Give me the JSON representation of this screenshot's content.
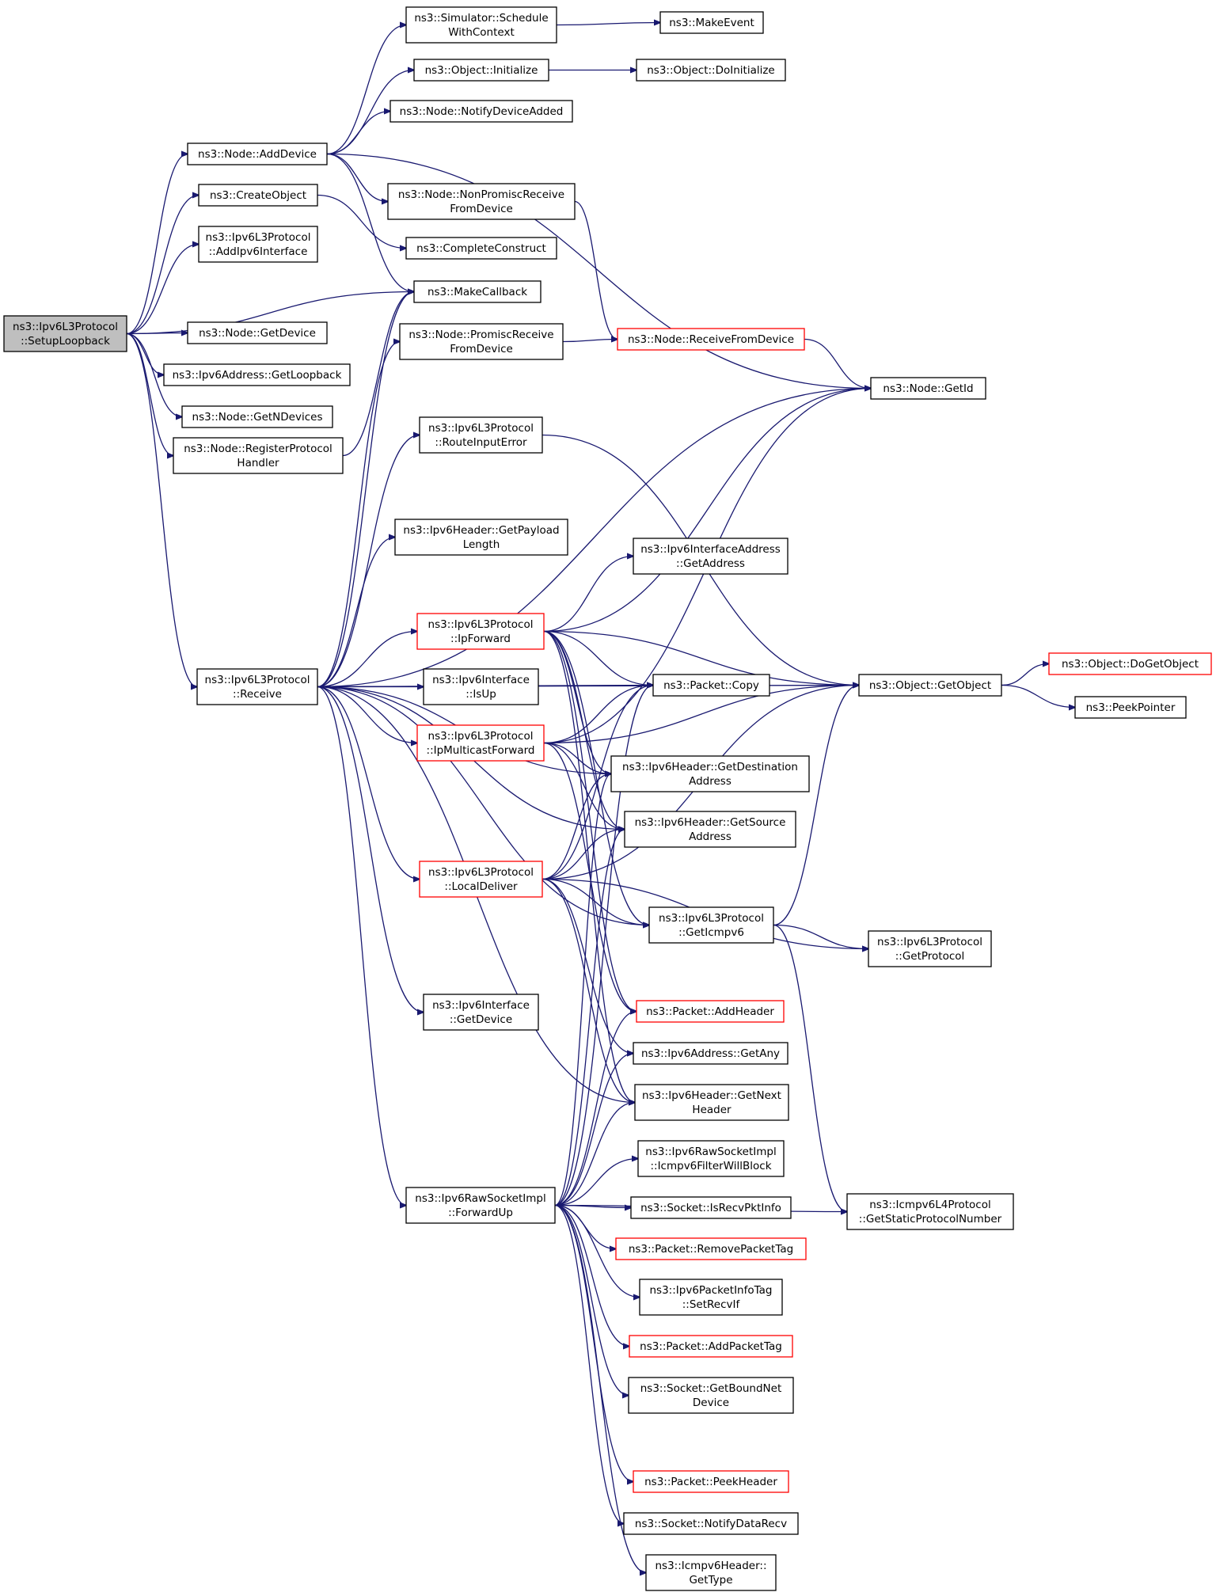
{
  "colors": {
    "edge": "#191970",
    "node_border": "#000000",
    "node_border_truncated": "#ff0000",
    "root_fill": "#bfbfbf",
    "node_fill": "#ffffff"
  },
  "nodes": [
    {
      "id": "setup",
      "lines": [
        "ns3::Ipv6L3Protocol",
        "::SetupLoopback"
      ],
      "style": "root"
    },
    {
      "id": "adddevice",
      "lines": [
        "ns3::Node::AddDevice"
      ],
      "style": "normal"
    },
    {
      "id": "createobject",
      "lines": [
        "ns3::CreateObject"
      ],
      "style": "normal"
    },
    {
      "id": "addipv6if",
      "lines": [
        "ns3::Ipv6L3Protocol",
        "::AddIpv6Interface"
      ],
      "style": "normal"
    },
    {
      "id": "getdevice",
      "lines": [
        "ns3::Node::GetDevice"
      ],
      "style": "normal"
    },
    {
      "id": "getloopback",
      "lines": [
        "ns3::Ipv6Address::GetLoopback"
      ],
      "style": "normal"
    },
    {
      "id": "getndevices",
      "lines": [
        "ns3::Node::GetNDevices"
      ],
      "style": "normal"
    },
    {
      "id": "registerph",
      "lines": [
        "ns3::Node::RegisterProtocol",
        "Handler"
      ],
      "style": "normal"
    },
    {
      "id": "receive",
      "lines": [
        "ns3::Ipv6L3Protocol",
        "::Receive"
      ],
      "style": "normal"
    },
    {
      "id": "forwardup",
      "lines": [
        "ns3::Ipv6RawSocketImpl",
        "::ForwardUp"
      ],
      "style": "normal"
    },
    {
      "id": "schedwc",
      "lines": [
        "ns3::Simulator::Schedule",
        "WithContext"
      ],
      "style": "normal"
    },
    {
      "id": "objinit",
      "lines": [
        "ns3::Object::Initialize"
      ],
      "style": "normal"
    },
    {
      "id": "notifydev",
      "lines": [
        "ns3::Node::NotifyDeviceAdded"
      ],
      "style": "normal"
    },
    {
      "id": "nonpromisc",
      "lines": [
        "ns3::Node::NonPromiscReceive",
        "FromDevice"
      ],
      "style": "normal"
    },
    {
      "id": "completec",
      "lines": [
        "ns3::CompleteConstruct"
      ],
      "style": "normal"
    },
    {
      "id": "makecb",
      "lines": [
        "ns3::MakeCallback"
      ],
      "style": "normal"
    },
    {
      "id": "promisc",
      "lines": [
        "ns3::Node::PromiscReceive",
        "FromDevice"
      ],
      "style": "normal"
    },
    {
      "id": "routeerr",
      "lines": [
        "ns3::Ipv6L3Protocol",
        "::RouteInputError"
      ],
      "style": "normal"
    },
    {
      "id": "getpayload",
      "lines": [
        "ns3::Ipv6Header::GetPayload",
        "Length"
      ],
      "style": "normal"
    },
    {
      "id": "ipforward",
      "lines": [
        "ns3::Ipv6L3Protocol",
        "::IpForward"
      ],
      "style": "truncated"
    },
    {
      "id": "isup",
      "lines": [
        "ns3::Ipv6Interface",
        "::IsUp"
      ],
      "style": "normal"
    },
    {
      "id": "ipmcast",
      "lines": [
        "ns3::Ipv6L3Protocol",
        "::IpMulticastForward"
      ],
      "style": "truncated"
    },
    {
      "id": "localdeliver",
      "lines": [
        "ns3::Ipv6L3Protocol",
        "::LocalDeliver"
      ],
      "style": "truncated"
    },
    {
      "id": "ifgetdevice",
      "lines": [
        "ns3::Ipv6Interface",
        "::GetDevice"
      ],
      "style": "normal"
    },
    {
      "id": "makeevent",
      "lines": [
        "ns3::MakeEvent"
      ],
      "style": "normal"
    },
    {
      "id": "doinit",
      "lines": [
        "ns3::Object::DoInitialize"
      ],
      "style": "normal"
    },
    {
      "id": "recvfromdev",
      "lines": [
        "ns3::Node::ReceiveFromDevice"
      ],
      "style": "truncated"
    },
    {
      "id": "ifaddrget",
      "lines": [
        "ns3::Ipv6InterfaceAddress",
        "::GetAddress"
      ],
      "style": "normal"
    },
    {
      "id": "pktcopy",
      "lines": [
        "ns3::Packet::Copy"
      ],
      "style": "normal"
    },
    {
      "id": "getdest",
      "lines": [
        "ns3::Ipv6Header::GetDestination",
        "Address"
      ],
      "style": "normal"
    },
    {
      "id": "getsrc",
      "lines": [
        "ns3::Ipv6Header::GetSource",
        "Address"
      ],
      "style": "normal"
    },
    {
      "id": "geticmpv6",
      "lines": [
        "ns3::Ipv6L3Protocol",
        "::GetIcmpv6"
      ],
      "style": "normal"
    },
    {
      "id": "addheader",
      "lines": [
        "ns3::Packet::AddHeader"
      ],
      "style": "truncated"
    },
    {
      "id": "getany",
      "lines": [
        "ns3::Ipv6Address::GetAny"
      ],
      "style": "normal"
    },
    {
      "id": "getnexthdr",
      "lines": [
        "ns3::Ipv6Header::GetNext",
        "Header"
      ],
      "style": "normal"
    },
    {
      "id": "filterblock",
      "lines": [
        "ns3::Ipv6RawSocketImpl",
        "::Icmpv6FilterWillBlock"
      ],
      "style": "normal"
    },
    {
      "id": "isrecvpkt",
      "lines": [
        "ns3::Socket::IsRecvPktInfo"
      ],
      "style": "normal"
    },
    {
      "id": "rmpkttag",
      "lines": [
        "ns3::Packet::RemovePacketTag"
      ],
      "style": "truncated"
    },
    {
      "id": "setrecvif",
      "lines": [
        "ns3::Ipv6PacketInfoTag",
        "::SetRecvIf"
      ],
      "style": "normal"
    },
    {
      "id": "addpkttag",
      "lines": [
        "ns3::Packet::AddPacketTag"
      ],
      "style": "truncated"
    },
    {
      "id": "getboundnet",
      "lines": [
        "ns3::Socket::GetBoundNet",
        "Device"
      ],
      "style": "normal"
    },
    {
      "id": "peekheader",
      "lines": [
        "ns3::Packet::PeekHeader"
      ],
      "style": "truncated"
    },
    {
      "id": "notifydata",
      "lines": [
        "ns3::Socket::NotifyDataRecv"
      ],
      "style": "normal"
    },
    {
      "id": "icmpgettype",
      "lines": [
        "ns3::Icmpv6Header::",
        "GetType"
      ],
      "style": "normal"
    },
    {
      "id": "nodegetid",
      "lines": [
        "ns3::Node::GetId"
      ],
      "style": "normal"
    },
    {
      "id": "getobject",
      "lines": [
        "ns3::Object::GetObject"
      ],
      "style": "normal"
    },
    {
      "id": "getprotocol",
      "lines": [
        "ns3::Ipv6L3Protocol",
        "::GetProtocol"
      ],
      "style": "normal"
    },
    {
      "id": "staticproto",
      "lines": [
        "ns3::Icmpv6L4Protocol",
        "::GetStaticProtocolNumber"
      ],
      "style": "normal"
    },
    {
      "id": "dogetobject",
      "lines": [
        "ns3::Object::DoGetObject"
      ],
      "style": "truncated"
    },
    {
      "id": "peekpointer",
      "lines": [
        "ns3::PeekPointer"
      ],
      "style": "normal"
    }
  ],
  "edges": [
    [
      "setup",
      "adddevice"
    ],
    [
      "setup",
      "createobject"
    ],
    [
      "setup",
      "addipv6if"
    ],
    [
      "setup",
      "makecb"
    ],
    [
      "setup",
      "getdevice"
    ],
    [
      "setup",
      "getloopback"
    ],
    [
      "setup",
      "getndevices"
    ],
    [
      "setup",
      "registerph"
    ],
    [
      "setup",
      "receive"
    ],
    [
      "adddevice",
      "schedwc"
    ],
    [
      "adddevice",
      "objinit"
    ],
    [
      "adddevice",
      "notifydev"
    ],
    [
      "adddevice",
      "nonpromisc"
    ],
    [
      "adddevice",
      "makecb"
    ],
    [
      "adddevice",
      "nodegetid"
    ],
    [
      "createobject",
      "completec"
    ],
    [
      "schedwc",
      "makeevent"
    ],
    [
      "objinit",
      "doinit"
    ],
    [
      "nonpromisc",
      "recvfromdev"
    ],
    [
      "promisc",
      "recvfromdev"
    ],
    [
      "recvfromdev",
      "nodegetid"
    ],
    [
      "registerph",
      "makecb"
    ],
    [
      "receive",
      "makecb"
    ],
    [
      "receive",
      "promisc"
    ],
    [
      "receive",
      "nodegetid"
    ],
    [
      "receive",
      "routeerr"
    ],
    [
      "receive",
      "getobject"
    ],
    [
      "receive",
      "getpayload"
    ],
    [
      "receive",
      "pktcopy"
    ],
    [
      "receive",
      "ipforward"
    ],
    [
      "receive",
      "isup"
    ],
    [
      "receive",
      "ipmcast"
    ],
    [
      "receive",
      "getdest"
    ],
    [
      "receive",
      "getsrc"
    ],
    [
      "receive",
      "localdeliver"
    ],
    [
      "receive",
      "geticmpv6"
    ],
    [
      "receive",
      "ifgetdevice"
    ],
    [
      "receive",
      "forwardup"
    ],
    [
      "receive",
      "getnexthdr"
    ],
    [
      "routeerr",
      "getobject"
    ],
    [
      "ipforward",
      "nodegetid"
    ],
    [
      "ipforward",
      "ifaddrget"
    ],
    [
      "ipforward",
      "getobject"
    ],
    [
      "ipforward",
      "pktcopy"
    ],
    [
      "ipforward",
      "getdest"
    ],
    [
      "ipforward",
      "getsrc"
    ],
    [
      "ipforward",
      "geticmpv6"
    ],
    [
      "ipforward",
      "addheader"
    ],
    [
      "ipforward",
      "getnexthdr"
    ],
    [
      "ipmcast",
      "pktcopy"
    ],
    [
      "ipmcast",
      "getobject"
    ],
    [
      "ipmcast",
      "nodegetid"
    ],
    [
      "ipmcast",
      "getdest"
    ],
    [
      "ipmcast",
      "getsrc"
    ],
    [
      "ipmcast",
      "addheader"
    ],
    [
      "localdeliver",
      "getdest"
    ],
    [
      "localdeliver",
      "getsrc"
    ],
    [
      "localdeliver",
      "getobject"
    ],
    [
      "localdeliver",
      "geticmpv6"
    ],
    [
      "localdeliver",
      "getprotocol"
    ],
    [
      "localdeliver",
      "getany"
    ],
    [
      "localdeliver",
      "getnexthdr"
    ],
    [
      "localdeliver",
      "pktcopy"
    ],
    [
      "geticmpv6",
      "getobject"
    ],
    [
      "geticmpv6",
      "getprotocol"
    ],
    [
      "geticmpv6",
      "staticproto"
    ],
    [
      "getobject",
      "dogetobject"
    ],
    [
      "getobject",
      "peekpointer"
    ],
    [
      "forwardup",
      "pktcopy"
    ],
    [
      "forwardup",
      "getdest"
    ],
    [
      "forwardup",
      "getsrc"
    ],
    [
      "forwardup",
      "addheader"
    ],
    [
      "forwardup",
      "getany"
    ],
    [
      "forwardup",
      "getnexthdr"
    ],
    [
      "forwardup",
      "filterblock"
    ],
    [
      "forwardup",
      "isrecvpkt"
    ],
    [
      "forwardup",
      "rmpkttag"
    ],
    [
      "forwardup",
      "setrecvif"
    ],
    [
      "forwardup",
      "addpkttag"
    ],
    [
      "forwardup",
      "getboundnet"
    ],
    [
      "forwardup",
      "peekheader"
    ],
    [
      "forwardup",
      "notifydata"
    ],
    [
      "forwardup",
      "icmpgettype"
    ],
    [
      "forwardup",
      "staticproto"
    ]
  ]
}
